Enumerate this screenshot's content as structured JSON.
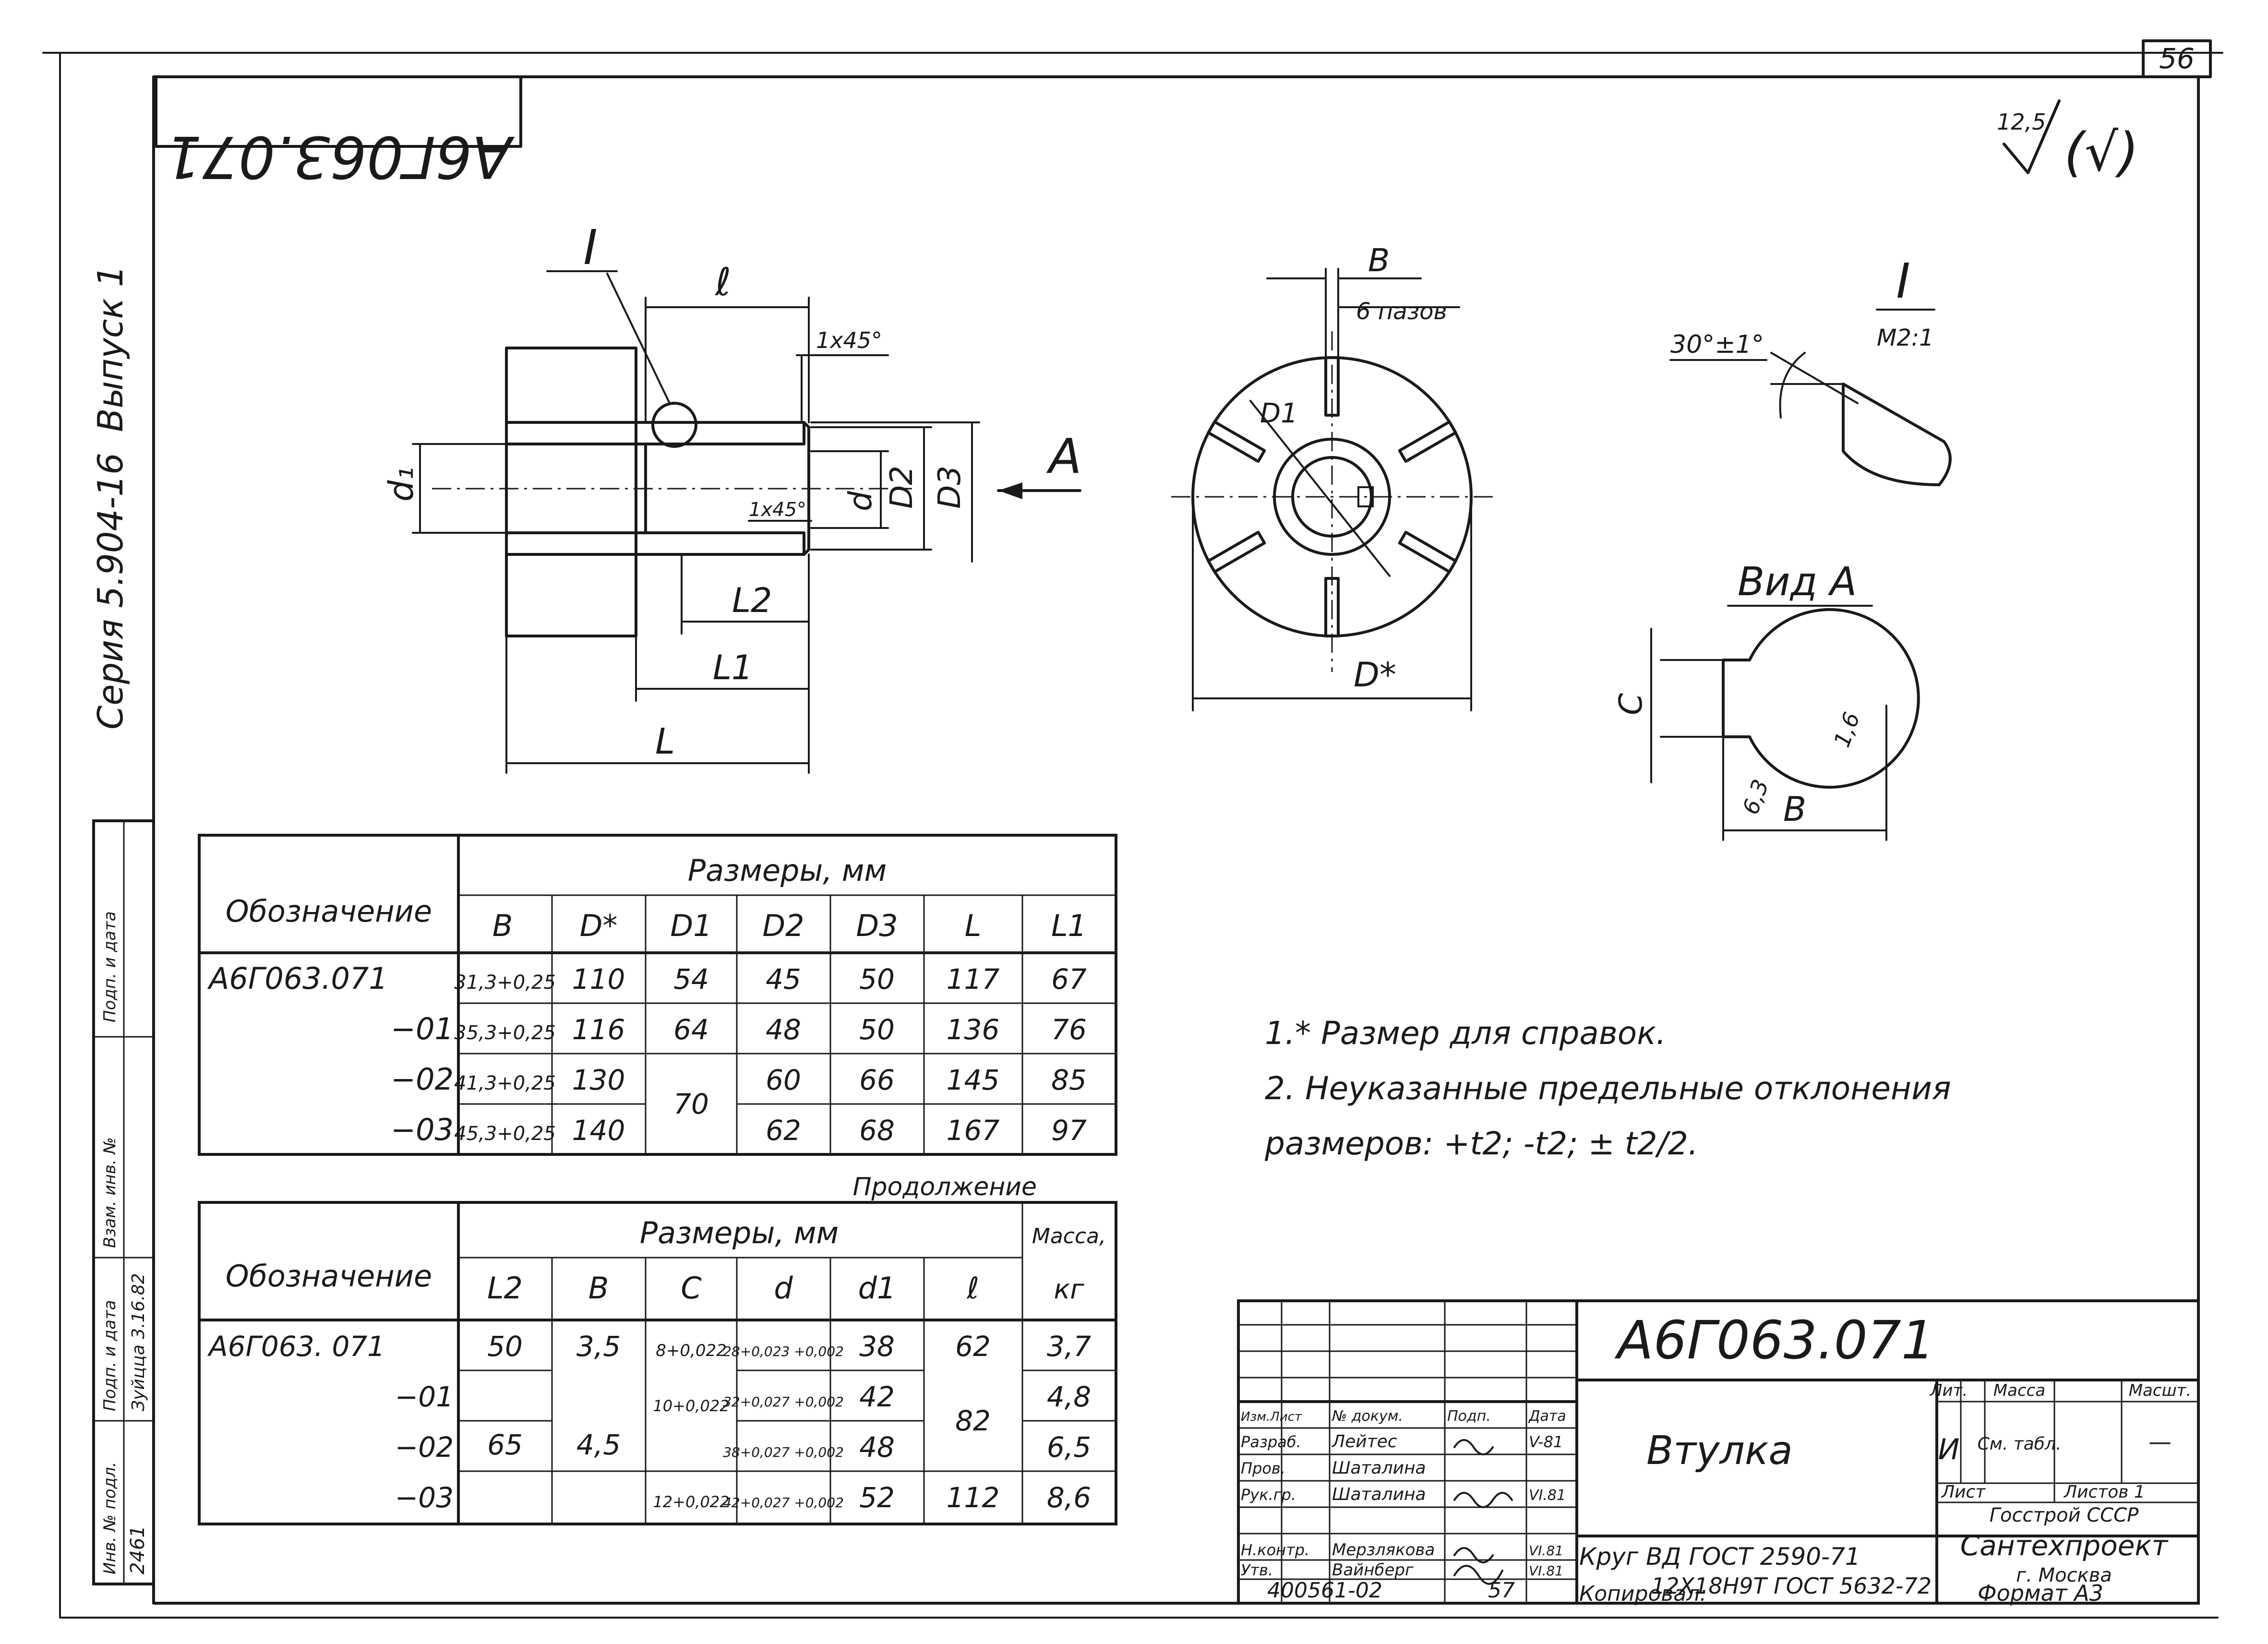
{
  "sheet": {
    "page_number": "56",
    "drawing_code_rotated": "А6Г063.071"
  },
  "roughness": {
    "value": "12,5",
    "symbol": "√(√)"
  },
  "sidebar": {
    "series": "Серия 5.904-16",
    "issue": "Выпуск 1"
  },
  "left_stamp": {
    "cells": [
      "Взам. инв. №",
      "Подп. и дата",
      "Инв. № подл.",
      "Подп. и дата",
      "2461",
      "Зуйцца 3.16.82"
    ]
  },
  "front_view": {
    "labels": {
      "detail": "I",
      "l": "ℓ",
      "chamfer_outer": "1x45°",
      "chamfer_inner": "1x45°",
      "d1": "d₁",
      "d": "d",
      "D2": "D2",
      "D3": "D3",
      "A": "A",
      "L2": "L2",
      "L1": "L1",
      "L": "L"
    }
  },
  "side_view": {
    "labels": {
      "B": "B",
      "slots": "6 пазов",
      "D1": "D1",
      "Dstar": "D*"
    }
  },
  "detail_view": {
    "labels": {
      "title": "I",
      "scale": "M2:1",
      "angle": "30°±1°"
    }
  },
  "view_a": {
    "labels": {
      "title": "Вид А",
      "C": "C",
      "r16": "1,6",
      "r63": "6,3",
      "B": "B"
    }
  },
  "table1": {
    "group_header": "Размеры, мм",
    "designation_header": "Обозначение",
    "columns": [
      "B",
      "D*",
      "D1",
      "D2",
      "D3",
      "L",
      "L1"
    ],
    "rows": [
      {
        "designation": "А6Г063.071",
        "B": "31,3+0,25",
        "Dstar": "110",
        "D1": "54",
        "D2": "45",
        "D3": "50",
        "L": "117",
        "L1": "67"
      },
      {
        "designation": "−01",
        "B": "35,3+0,25",
        "Dstar": "116",
        "D1": "64",
        "D2": "48",
        "D3": "50",
        "L": "136",
        "L1": "76"
      },
      {
        "designation": "−02",
        "B": "41,3+0,25",
        "Dstar": "130",
        "D1": "70",
        "D2": "60",
        "D3": "66",
        "L": "145",
        "L1": "85"
      },
      {
        "designation": "−03",
        "B": "45,3+0,25",
        "Dstar": "140",
        "D1": "",
        "D2": "62",
        "D3": "68",
        "L": "167",
        "L1": "97"
      }
    ]
  },
  "continuation_label": "Продолжение",
  "table2": {
    "group_header": "Размеры, мм",
    "designation_header": "Обозначение",
    "mass_header": "Масса,",
    "mass_unit": "кг",
    "columns": [
      "L2",
      "B",
      "C",
      "d",
      "d1",
      "ℓ"
    ],
    "rows": [
      {
        "designation": "А6Г063. 071",
        "L2": "50",
        "B": "3,5",
        "C": "8+0,022",
        "d": "28+0,023 +0,002",
        "d1": "38",
        "l": "62",
        "mass": "3,7"
      },
      {
        "designation": "−01",
        "L2": "",
        "B": "",
        "C": "",
        "d": "32+0,027 +0,002",
        "d1": "42",
        "l": "",
        "mass": "4,8"
      },
      {
        "designation": "−02",
        "L2": "65",
        "B": "4,5",
        "C": "10+0,022",
        "d": "38+0,027 +0,002",
        "d1": "48",
        "l": "82",
        "mass": "6,5"
      },
      {
        "designation": "−03",
        "L2": "",
        "B": "",
        "C": "12+0,022",
        "d": "42+0,027 +0,002",
        "d1": "52",
        "l": "112",
        "mass": "8,6"
      }
    ]
  },
  "notes": [
    "1.* Размер для справок.",
    "2. Неуказанные предельные отклонения",
    "размеров: +t2; -t2; ± t2/2."
  ],
  "title_block": {
    "code": "А6Г063.071",
    "name": "Втулка",
    "material_line1": "Круг  ВД ГОСТ 2590-71",
    "material_line2": "12Х18Н9Т ГОСТ 5632-72",
    "lit_header": "Лит.",
    "mass_header": "Масса",
    "scale_header": "Масшт.",
    "lit_value": "И",
    "mass_value": "См. табл.",
    "scale_value": "—",
    "sheet_label": "Лист",
    "sheets_label": "Листов 1",
    "org1": "Госстрой СССР",
    "org2": "Сантехпроект",
    "org3": "г. Москва",
    "signatures": [
      {
        "role": "Изм.Лист",
        "name": "№ докум.",
        "sign": "Подп.",
        "date": "Дата"
      },
      {
        "role": "Разраб.",
        "name": "Лейтес",
        "sign": "",
        "date": "V-81"
      },
      {
        "role": "Пров.",
        "name": "Шаталина",
        "sign": "",
        "date": ""
      },
      {
        "role": "Рук.гр.",
        "name": "Шаталина",
        "sign": "",
        "date": "VI.81"
      },
      {
        "role": "Н.контр.",
        "name": "Мерзлякова",
        "sign": "",
        "date": "VI.81"
      },
      {
        "role": "Утв.",
        "name": "Вайнберг",
        "sign": "",
        "date": "VI.81"
      }
    ],
    "bottom_code": "400561-02",
    "bottom_num": "57",
    "copied": "Копировал:",
    "format": "Формат А3"
  }
}
